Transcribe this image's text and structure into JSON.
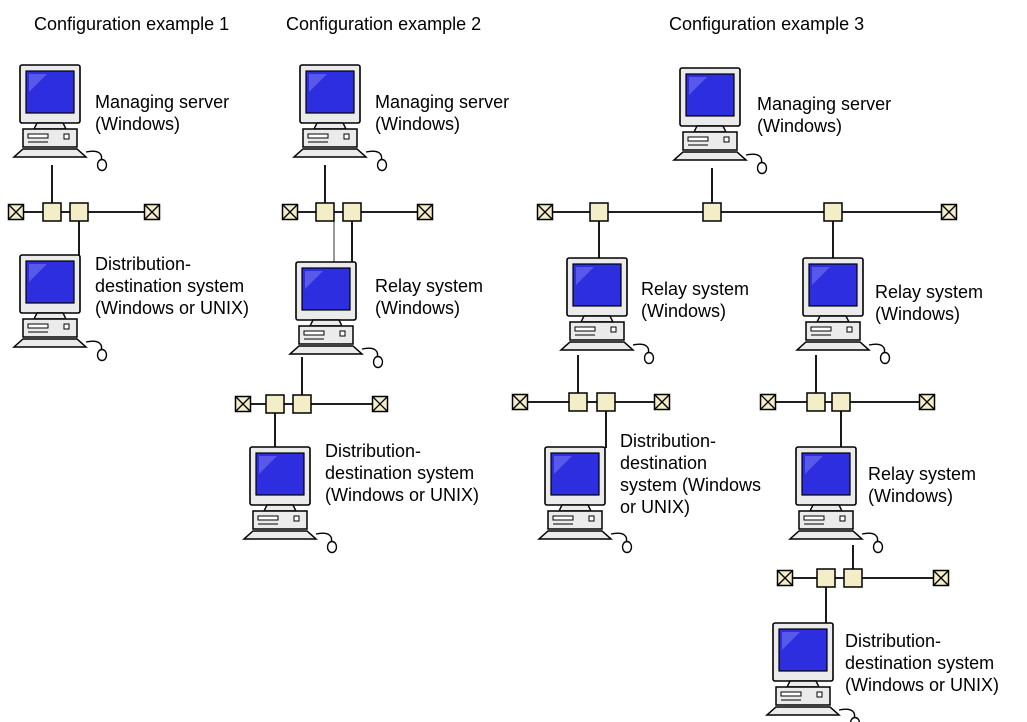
{
  "colors": {
    "screen": "#2d2ee0",
    "screen_highlight": "#a9a9ff",
    "casing": "#ebebeb",
    "hub": "#f4eec8",
    "outline": "#000000"
  },
  "icons": {
    "computer": "computer-icon",
    "node": "network-node-icon",
    "terminator": "terminator-icon"
  },
  "headings": [
    "Configuration example 1",
    "Configuration example 2",
    "Configuration example 3"
  ],
  "examples": [
    {
      "managing_server": [
        "Managing server",
        "(Windows)"
      ],
      "destination": [
        "Distribution-",
        "destination system",
        "(Windows or UNIX)"
      ]
    },
    {
      "managing_server": [
        "Managing server",
        "(Windows)"
      ],
      "relay": [
        "Relay system",
        "(Windows)"
      ],
      "destination": [
        "Distribution-",
        "destination system",
        "(Windows or UNIX)"
      ]
    },
    {
      "managing_server": [
        "Managing server",
        "(Windows)"
      ],
      "relay_left": [
        "Relay system",
        "(Windows)"
      ],
      "relay_right": [
        "Relay system",
        "(Windows)"
      ],
      "destination_left": [
        "Distribution-",
        "destination",
        "system (Windows",
        "or UNIX)"
      ],
      "relay_lower": [
        "Relay system",
        "(Windows)"
      ],
      "destination_right": [
        "Distribution-",
        "destination system",
        "(Windows or UNIX)"
      ]
    }
  ]
}
